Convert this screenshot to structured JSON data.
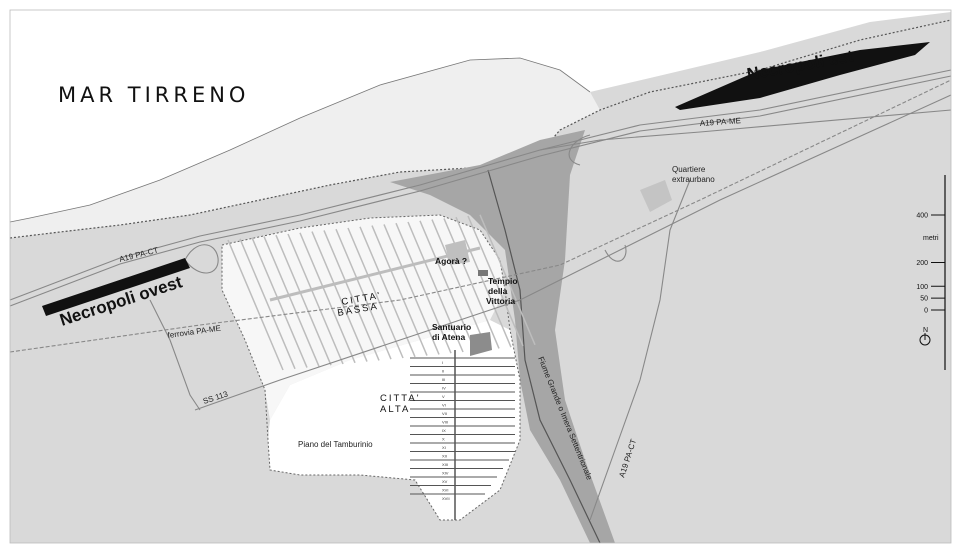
{
  "sea": {
    "label": "MAR TIRRENO"
  },
  "necropoli": {
    "west": "Necropoli ovest",
    "east": "Necropoli est"
  },
  "roads": {
    "a19_pa_ct_west": "A19 PA-CT",
    "a19_pa_me": "A19 PA-ME",
    "a19_pa_ct_south": "A19 PA-CT",
    "ferrovia": "ferrovia PA-ME",
    "ss113": "SS 113"
  },
  "places": {
    "quartiere_1": "Quartiere",
    "quartiere_2": "extraurbano",
    "agora": "Agorà ?",
    "tempio_1": "Tempio",
    "tempio_2": "della",
    "tempio_3": "Vittoria",
    "santuario_1": "Santuario",
    "santuario_2": "di Atena",
    "citta_bassa_1": "CITTA'",
    "citta_bassa_2": "BASSA",
    "citta_alta_1": "CITTA'",
    "citta_alta_2": "ALTA",
    "piano": "Piano del Tamburinio"
  },
  "river": {
    "label": "Fiume Grande o Imera Settentrionale"
  },
  "scale": {
    "unit": "metri",
    "ticks": [
      {
        "value": 400,
        "label": "400"
      },
      {
        "value": 200,
        "label": "200"
      },
      {
        "value": 100,
        "label": "100"
      },
      {
        "value": 50,
        "label": "50"
      },
      {
        "value": 0,
        "label": "0"
      }
    ]
  },
  "north_symbol": "N",
  "street_numbers": [
    "I",
    "II",
    "III",
    "IV",
    "V",
    "VI",
    "VII",
    "VIII",
    "IX",
    "X",
    "XI",
    "XII",
    "XIII",
    "XIV",
    "XV",
    "XVI",
    "XVII"
  ],
  "colors": {
    "land": "#d9d9d9",
    "sea": "#ffffff",
    "beach": "#efefef",
    "river": "#a6a6a6",
    "city": "#f7f7f7",
    "necropoli": "#111111"
  }
}
